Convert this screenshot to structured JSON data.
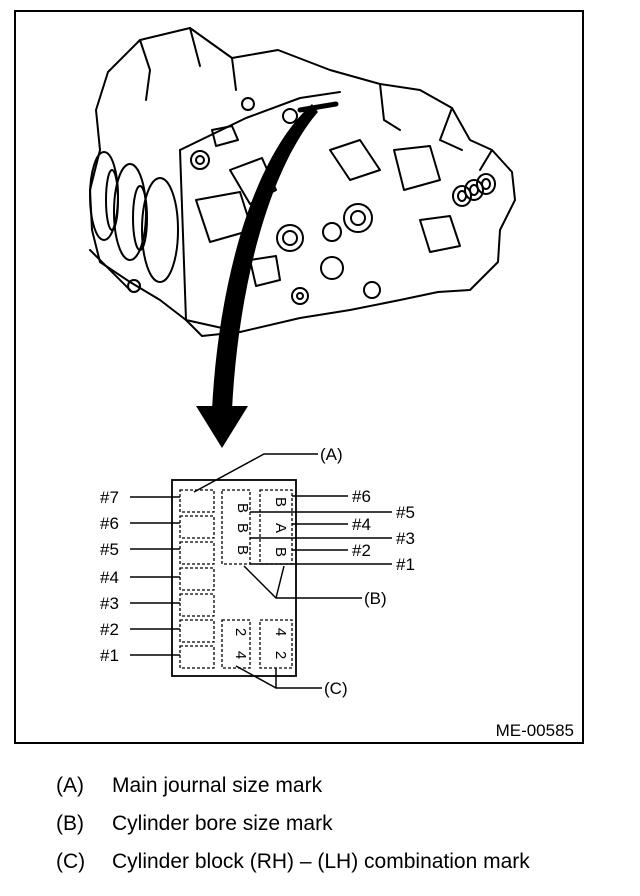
{
  "figure_code": "ME-00585",
  "callouts": {
    "A": "(A)",
    "B": "(B)",
    "C": "(C)"
  },
  "left_labels": [
    "#7",
    "#6",
    "#5",
    "#4",
    "#3",
    "#2",
    "#1"
  ],
  "right_labels": [
    "#6",
    "#5",
    "#4",
    "#3",
    "#2",
    "#1"
  ],
  "bore_marks": [
    "B",
    "B",
    "B",
    "B",
    "A",
    "B"
  ],
  "combination_marks": [
    "2",
    "4",
    "4",
    "2"
  ],
  "legend": [
    {
      "key": "(A)",
      "text": "Main journal size mark"
    },
    {
      "key": "(B)",
      "text": "Cylinder bore size mark"
    },
    {
      "key": "(C)",
      "text": "Cylinder block (RH) – (LH) combination mark"
    }
  ]
}
